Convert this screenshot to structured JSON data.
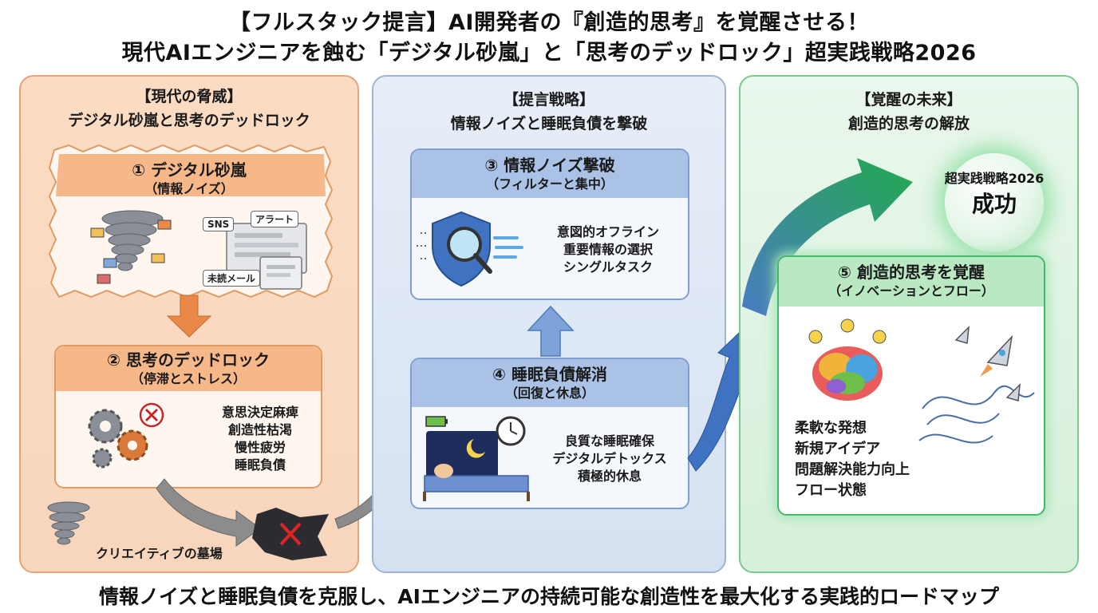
{
  "title_line1": "【フルスタック提言】AI開発者の『創造的思考』を覚醒させる！",
  "title_line2": "現代AIエンジニアを蝕む「デジタル砂嵐」と「思考のデッドロック」超実践戦略2026",
  "footer": "情報ノイズと睡眠負債を克服し、AIエンジニアの持続可能な創造性を最大化する実践的ロードマップ",
  "left_panel": {
    "heading": "【現代の脅威】",
    "subheading": "デジタル砂嵐と思考のデッドロック",
    "box1": {
      "title": "① デジタル砂嵐",
      "subtitle": "（情報ノイズ）",
      "labels": [
        "SNS",
        "アラート",
        "未読メール"
      ]
    },
    "box2": {
      "title": "② 思考のデッドロック",
      "subtitle": "（停滞とストレス）",
      "items": [
        "意思決定麻痺",
        "創造性枯渇",
        "慢性疲労",
        "睡眠負債"
      ]
    },
    "graveyard": "クリエイティブの墓場"
  },
  "middle_panel": {
    "heading": "【提言戦略】",
    "subheading": "情報ノイズと睡眠負債を撃破",
    "box3": {
      "title": "③ 情報ノイズ撃破",
      "subtitle": "（フィルターと集中）",
      "items": [
        "意図的オフライン",
        "重要情報の選択",
        "シングルタスク"
      ]
    },
    "box4": {
      "title": "④ 睡眠負債解消",
      "subtitle": "（回復と休息）",
      "items": [
        "良質な睡眠確保",
        "デジタルデトックス",
        "積極的休息"
      ]
    }
  },
  "right_panel": {
    "heading": "【覚醒の未来】",
    "subheading": "創造的思考の解放",
    "success": {
      "line1": "超実践戦略2026",
      "line2": "成功"
    },
    "box5": {
      "title": "⑤ 創造的思考を覚醒",
      "subtitle": "（イノベーションとフロー）",
      "items": [
        "柔軟な発想",
        "新規アイデア",
        "問題解決能力向上",
        "フロー状態"
      ]
    }
  },
  "colors": {
    "orange_accent": "#e8894a",
    "blue_accent": "#4a7cc3",
    "green_accent": "#2fae58"
  }
}
